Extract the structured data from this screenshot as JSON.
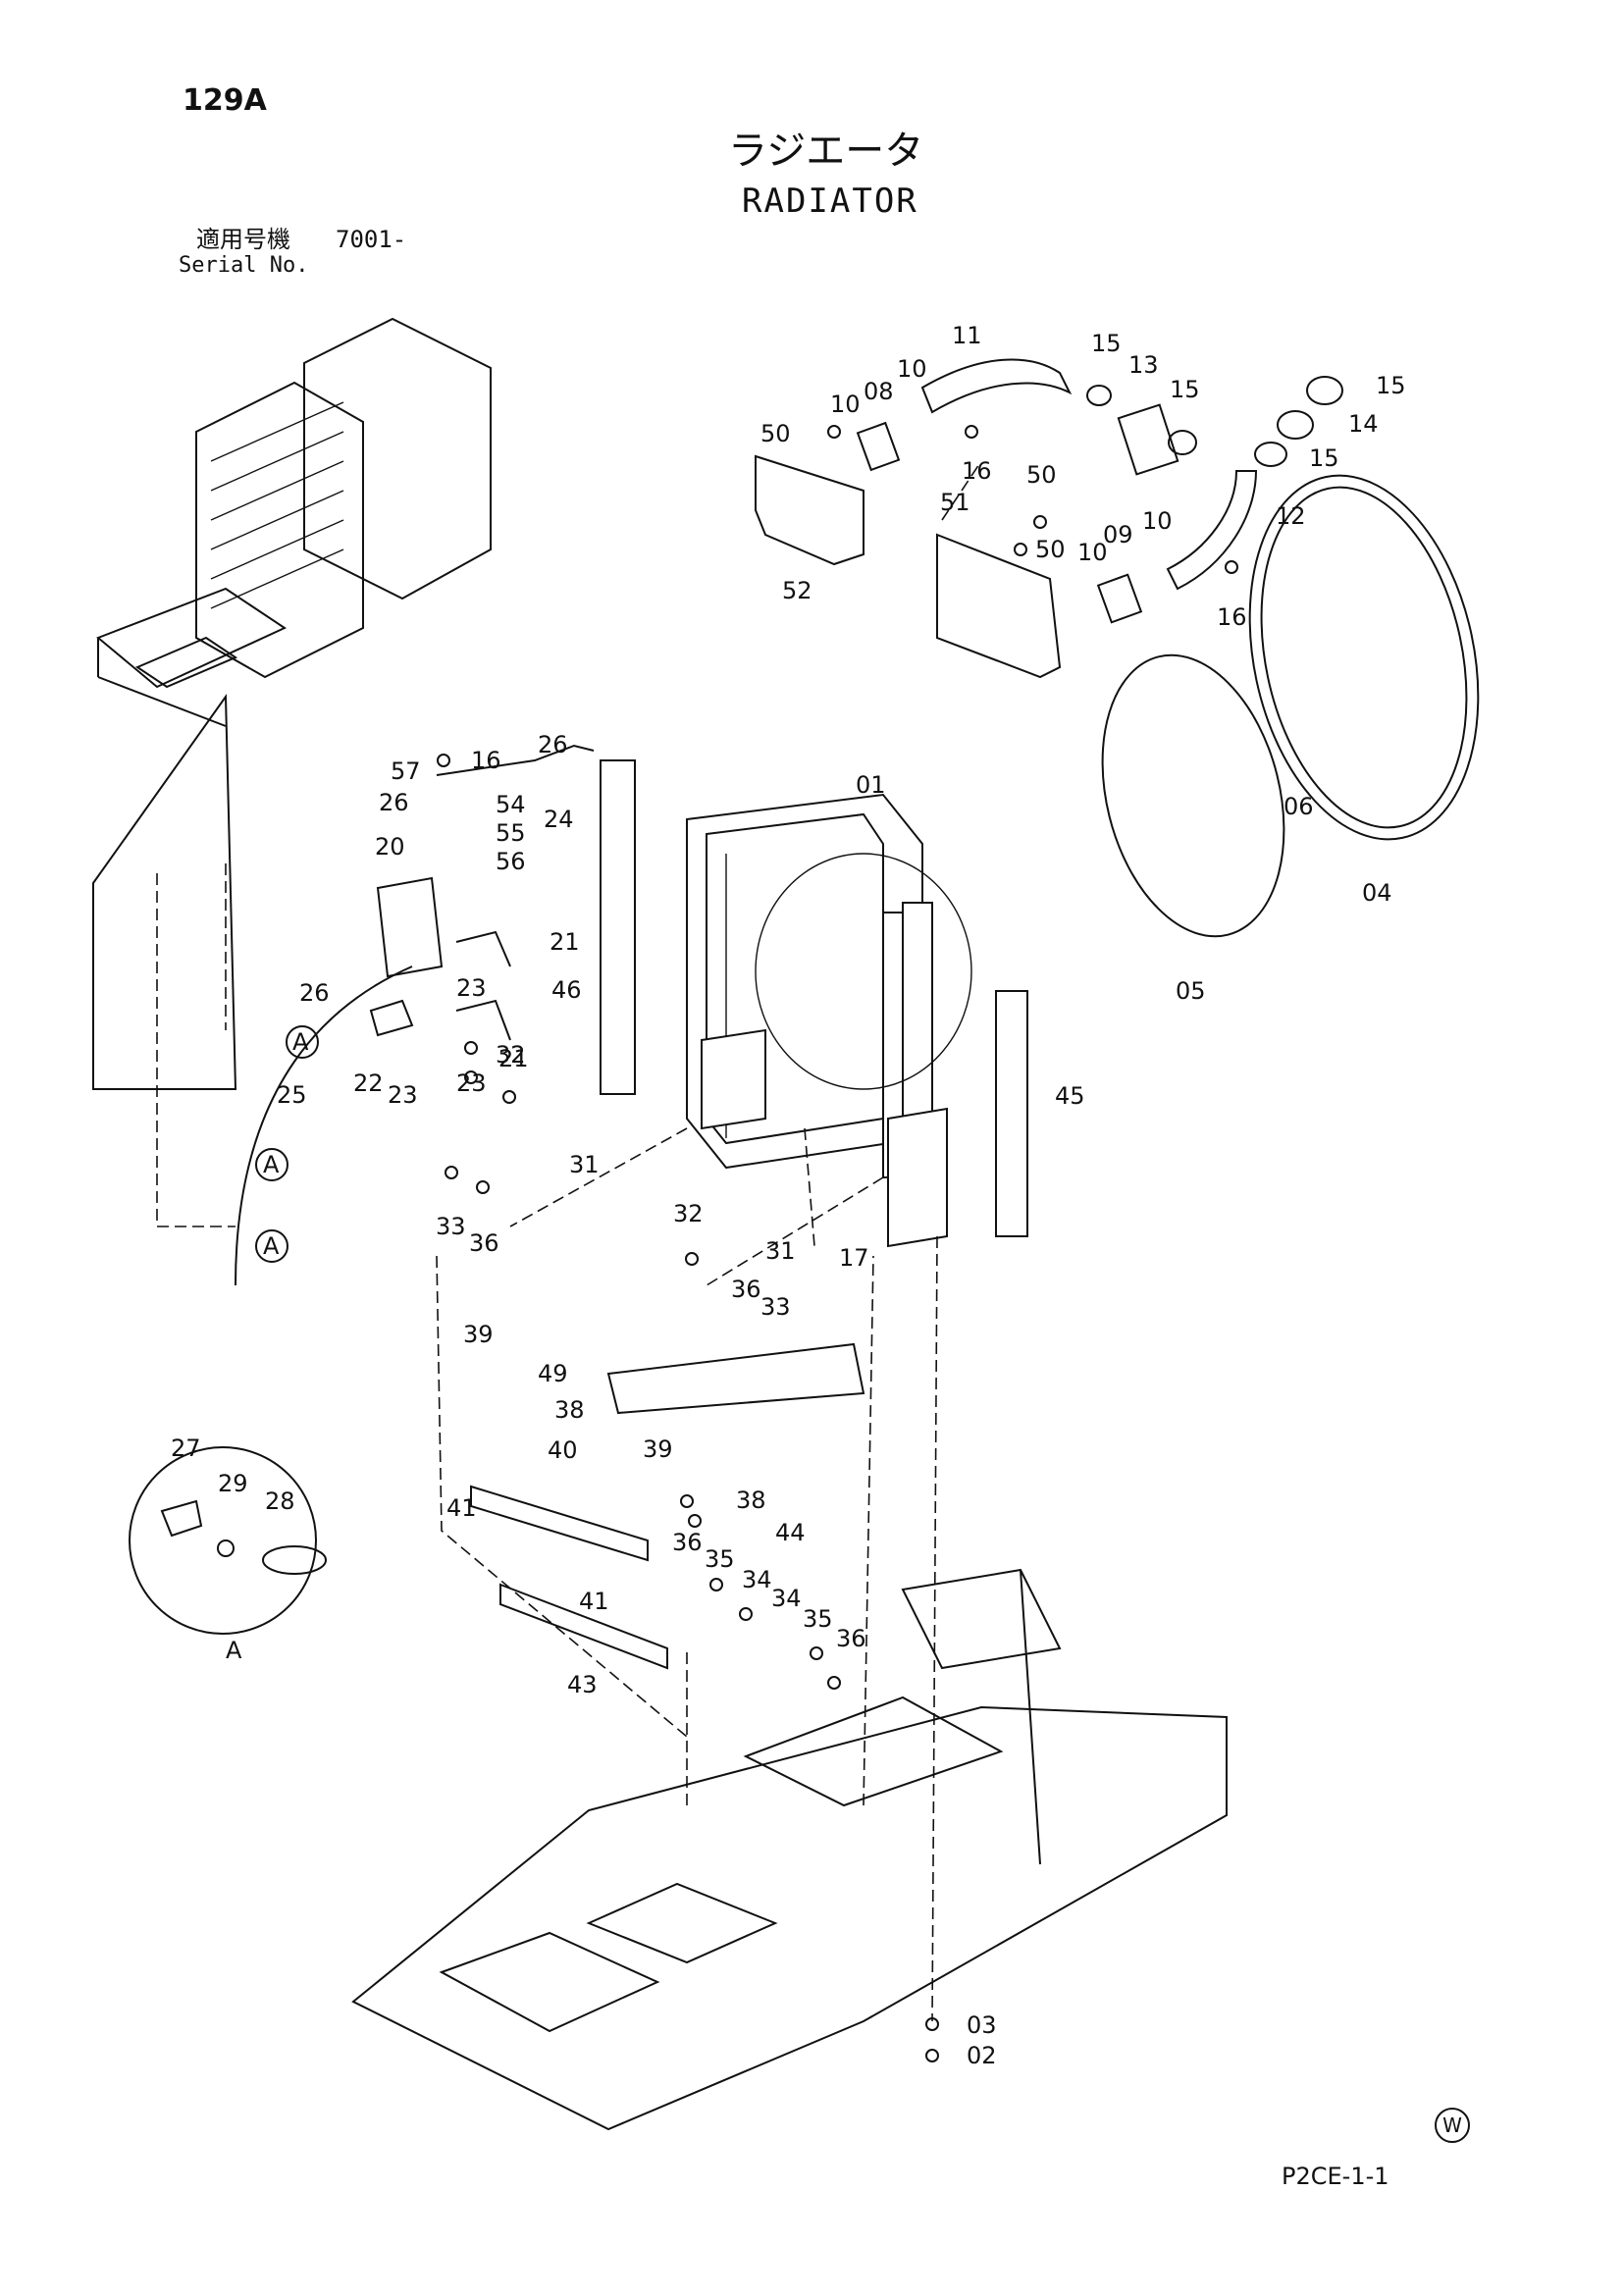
{
  "header": {
    "page_number": "129A",
    "title_jp": "ラジエータ",
    "title_en": "RADIATOR",
    "serial_label_jp": "適用号機",
    "serial_value": "7001-",
    "serial_label_en": "Serial No."
  },
  "footer": {
    "watermark": "W",
    "drawing_code": "P2CE-1-1"
  },
  "callouts": [
    "129A"
  ],
  "parts": {
    "p01": "01",
    "p02": "02",
    "p03": "03",
    "p04": "04",
    "p05": "05",
    "p06": "06",
    "p08": "08",
    "p09": "09",
    "p10a": "10",
    "p10b": "10",
    "p10c": "10",
    "p10d": "10",
    "p11": "11",
    "p12": "12",
    "p13": "13",
    "p14": "14",
    "p15a": "15",
    "p15b": "15",
    "p15c": "15",
    "p15d": "15",
    "p16a": "16",
    "p16b": "16",
    "p16c": "16",
    "p17": "17",
    "p20": "20",
    "p21a": "21",
    "p21b": "21",
    "p22": "22",
    "p23a": "23",
    "p23b": "23",
    "p23c": "23",
    "p24": "24",
    "p25": "25",
    "p26a": "26",
    "p26b": "26",
    "p26c": "26",
    "p27": "27",
    "p28": "28",
    "p29": "29",
    "p31a": "31",
    "p31b": "31",
    "p32a": "32",
    "p32b": "32",
    "p33a": "33",
    "p33b": "33",
    "p34a": "34",
    "p34b": "34",
    "p35a": "35",
    "p35b": "35",
    "p36a": "36",
    "p36b": "36",
    "p36c": "36",
    "p36d": "36",
    "p38a": "38",
    "p38b": "38",
    "p39a": "39",
    "p39b": "39",
    "p40": "40",
    "p41a": "41",
    "p41b": "41",
    "p43": "43",
    "p44": "44",
    "p45": "45",
    "p46": "46",
    "p49": "49",
    "p50a": "50",
    "p50b": "50",
    "p50c": "50",
    "p51": "51",
    "p52": "52",
    "p54": "54",
    "p55": "55",
    "p56": "56",
    "p57": "57",
    "ref_a1": "A",
    "ref_a2": "A",
    "ref_a3": "A",
    "detail_a": "A"
  }
}
